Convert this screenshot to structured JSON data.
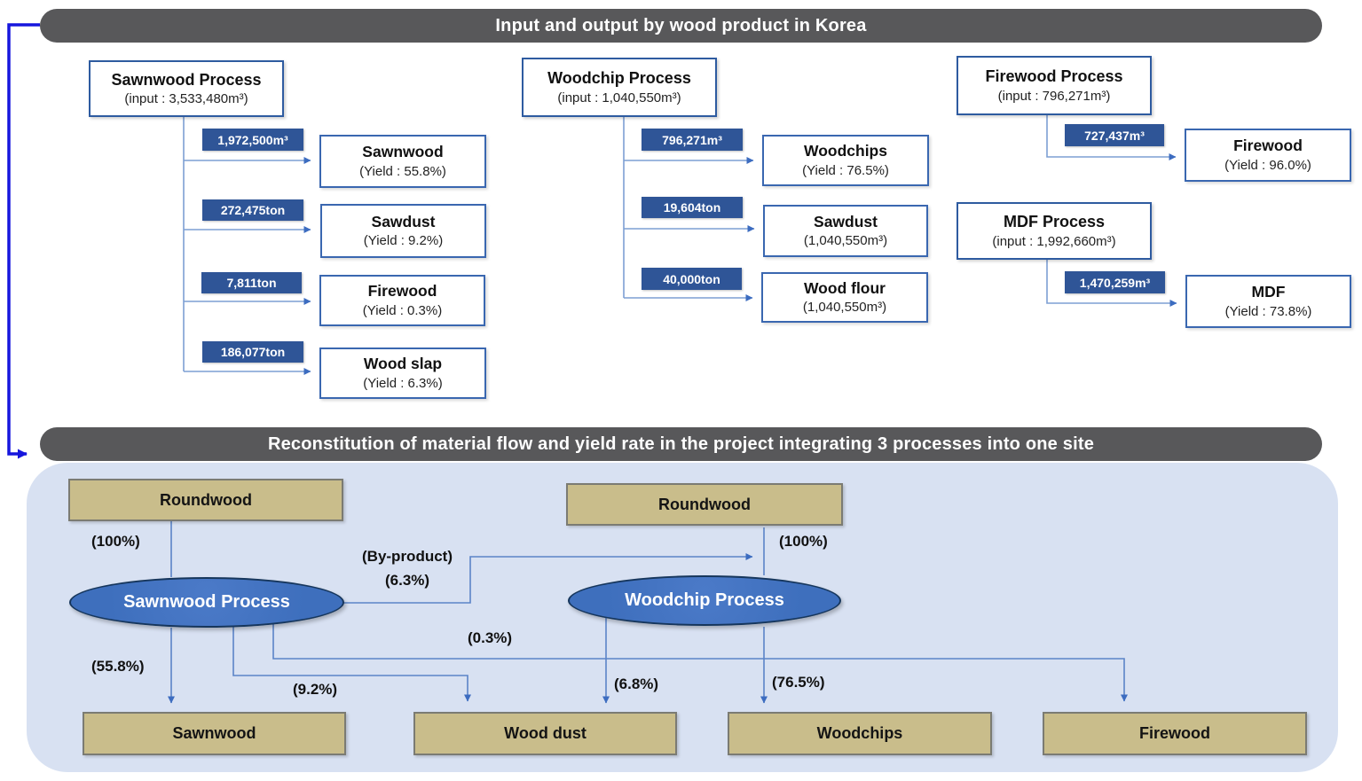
{
  "header_top": {
    "title": "Input and output by wood product in Korea"
  },
  "header_bottom": {
    "title": "Reconstitution of material flow and yield rate in the project integrating 3 processes into one site"
  },
  "colors": {
    "titlebar_bg": "#58585a",
    "process_border_blue": "#2e5ba0",
    "qty_badge_bg": "#2f5597",
    "panel_bg": "#d8e1f2",
    "tan_box_bg": "#c9bd8b",
    "ellipse_bg": "#3e6fbd",
    "connector_top": "#7d9fd4",
    "connector_bottom": "#5b84c8",
    "bracket_blue": "#1616dd"
  },
  "top_diagram": {
    "columns": [
      {
        "process": {
          "name": "Sawnwood Process",
          "input": "(input : 3,533,480m³)"
        },
        "outputs": [
          {
            "qty": "1,972,500m³",
            "name": "Sawnwood",
            "detail": "(Yield : 55.8%)"
          },
          {
            "qty": "272,475ton",
            "name": "Sawdust",
            "detail": "(Yield : 9.2%)"
          },
          {
            "qty": "7,811ton",
            "name": "Firewood",
            "detail": "(Yield : 0.3%)"
          },
          {
            "qty": "186,077ton",
            "name": "Wood slap",
            "detail": "(Yield : 6.3%)"
          }
        ]
      },
      {
        "process": {
          "name": "Woodchip Process",
          "input": "(input : 1,040,550m³)"
        },
        "outputs": [
          {
            "qty": "796,271m³",
            "name": "Woodchips",
            "detail": "(Yield : 76.5%)"
          },
          {
            "qty": "19,604ton",
            "name": "Sawdust",
            "detail": "(1,040,550m³)"
          },
          {
            "qty": "40,000ton",
            "name": "Wood flour",
            "detail": "(1,040,550m³)"
          }
        ]
      },
      {
        "process": {
          "name": "Firewood Process",
          "input": "(input : 796,271m³)"
        },
        "outputs": [
          {
            "qty": "727,437m³",
            "name": "Firewood",
            "detail": "(Yield : 96.0%)"
          }
        ]
      },
      {
        "process": {
          "name": "MDF Process",
          "input": "(input : 1,992,660m³)"
        },
        "outputs": [
          {
            "qty": "1,470,259m³",
            "name": "MDF",
            "detail": "(Yield : 73.8%)"
          }
        ]
      }
    ]
  },
  "bottom_diagram": {
    "sources": [
      {
        "label": "Roundwood"
      },
      {
        "label": "Roundwood"
      }
    ],
    "processes": [
      {
        "label": "Sawnwood Process"
      },
      {
        "label": "Woodchip Process"
      }
    ],
    "products": [
      {
        "label": "Sawnwood"
      },
      {
        "label": "Wood dust"
      },
      {
        "label": "Woodchips"
      },
      {
        "label": "Firewood"
      }
    ],
    "flow_labels": {
      "left_input": "(100%)",
      "right_input": "(100%)",
      "byproduct_line1": "(By-product)",
      "byproduct_line2": "(6.3%)",
      "sawnwood_yield": "(55.8%)",
      "wood_dust_from_sawnwood": "(9.2%)",
      "firewood_from_sawnwood": "(0.3%)",
      "wood_dust_from_woodchip": "(6.8%)",
      "woodchips_yield": "(76.5%)"
    }
  }
}
